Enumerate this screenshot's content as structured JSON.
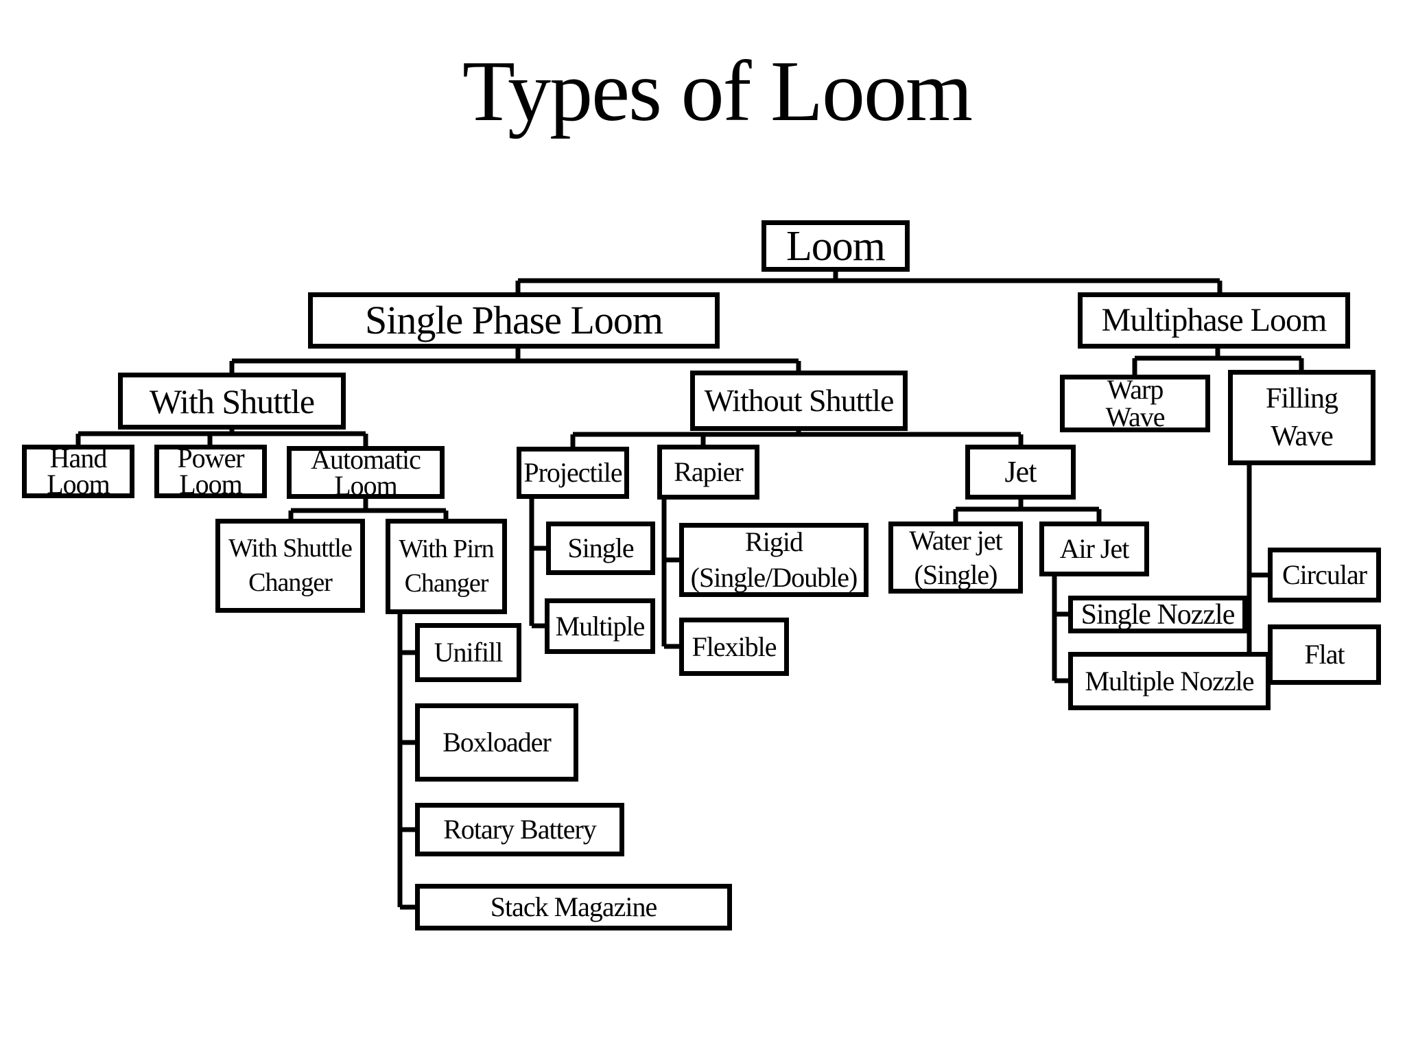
{
  "title": "Types of Loom",
  "colors": {
    "background": "#ffffff",
    "box_fill": "#ffffff",
    "box_border": "#000000",
    "line": "#000000",
    "text": "#000000"
  },
  "nodes": {
    "loom": {
      "label": "Loom"
    },
    "single_phase_loom": {
      "label": "Single Phase Loom"
    },
    "multiphase_loom": {
      "label": "Multiphase Loom"
    },
    "with_shuttle": {
      "label": "With Shuttle"
    },
    "without_shuttle": {
      "label": "Without Shuttle"
    },
    "hand_loom": {
      "label": "Hand\nLoom"
    },
    "power_loom": {
      "label": "Power\nLoom"
    },
    "automatic_loom": {
      "label": "Automatic\nLoom"
    },
    "with_shuttle_changer": {
      "label": "With Shuttle\nChanger"
    },
    "with_pirn_changer": {
      "label": "With Pirn\nChanger"
    },
    "unifill": {
      "label": "Unifill"
    },
    "boxloader": {
      "label": "Boxloader"
    },
    "rotary_battery": {
      "label": "Rotary Battery"
    },
    "stack_magazine": {
      "label": "Stack Magazine"
    },
    "projectile": {
      "label": "Projectile"
    },
    "single": {
      "label": "Single"
    },
    "multiple": {
      "label": "Multiple"
    },
    "rapier": {
      "label": "Rapier"
    },
    "rigid": {
      "label": "Rigid\n(Single/Double)"
    },
    "flexible": {
      "label": "Flexible"
    },
    "jet": {
      "label": "Jet"
    },
    "water_jet": {
      "label": "Water jet\n(Single)"
    },
    "air_jet": {
      "label": "Air Jet"
    },
    "single_nozzle": {
      "label": "Single Nozzle"
    },
    "multiple_nozzle": {
      "label": "Multiple Nozzle"
    },
    "warp_wave": {
      "label": "Warp\nWave"
    },
    "filling_wave": {
      "label": "Filling\nWave"
    },
    "circular": {
      "label": "Circular"
    },
    "flat": {
      "label": "Flat"
    }
  },
  "edges": [
    {
      "from": "loom",
      "to": "single_phase_loom"
    },
    {
      "from": "loom",
      "to": "multiphase_loom"
    },
    {
      "from": "single_phase_loom",
      "to": "with_shuttle"
    },
    {
      "from": "single_phase_loom",
      "to": "without_shuttle"
    },
    {
      "from": "with_shuttle",
      "to": "hand_loom"
    },
    {
      "from": "with_shuttle",
      "to": "power_loom"
    },
    {
      "from": "with_shuttle",
      "to": "automatic_loom"
    },
    {
      "from": "automatic_loom",
      "to": "with_shuttle_changer"
    },
    {
      "from": "automatic_loom",
      "to": "with_pirn_changer"
    },
    {
      "from": "with_pirn_changer",
      "to": "unifill"
    },
    {
      "from": "with_pirn_changer",
      "to": "boxloader"
    },
    {
      "from": "with_pirn_changer",
      "to": "rotary_battery"
    },
    {
      "from": "with_pirn_changer",
      "to": "stack_magazine"
    },
    {
      "from": "without_shuttle",
      "to": "projectile"
    },
    {
      "from": "without_shuttle",
      "to": "rapier"
    },
    {
      "from": "without_shuttle",
      "to": "jet"
    },
    {
      "from": "projectile",
      "to": "single"
    },
    {
      "from": "projectile",
      "to": "multiple"
    },
    {
      "from": "rapier",
      "to": "rigid"
    },
    {
      "from": "rapier",
      "to": "flexible"
    },
    {
      "from": "jet",
      "to": "water_jet"
    },
    {
      "from": "jet",
      "to": "air_jet"
    },
    {
      "from": "air_jet",
      "to": "single_nozzle"
    },
    {
      "from": "air_jet",
      "to": "multiple_nozzle"
    },
    {
      "from": "multiphase_loom",
      "to": "warp_wave"
    },
    {
      "from": "multiphase_loom",
      "to": "filling_wave"
    },
    {
      "from": "filling_wave",
      "to": "circular"
    },
    {
      "from": "filling_wave",
      "to": "flat"
    }
  ]
}
